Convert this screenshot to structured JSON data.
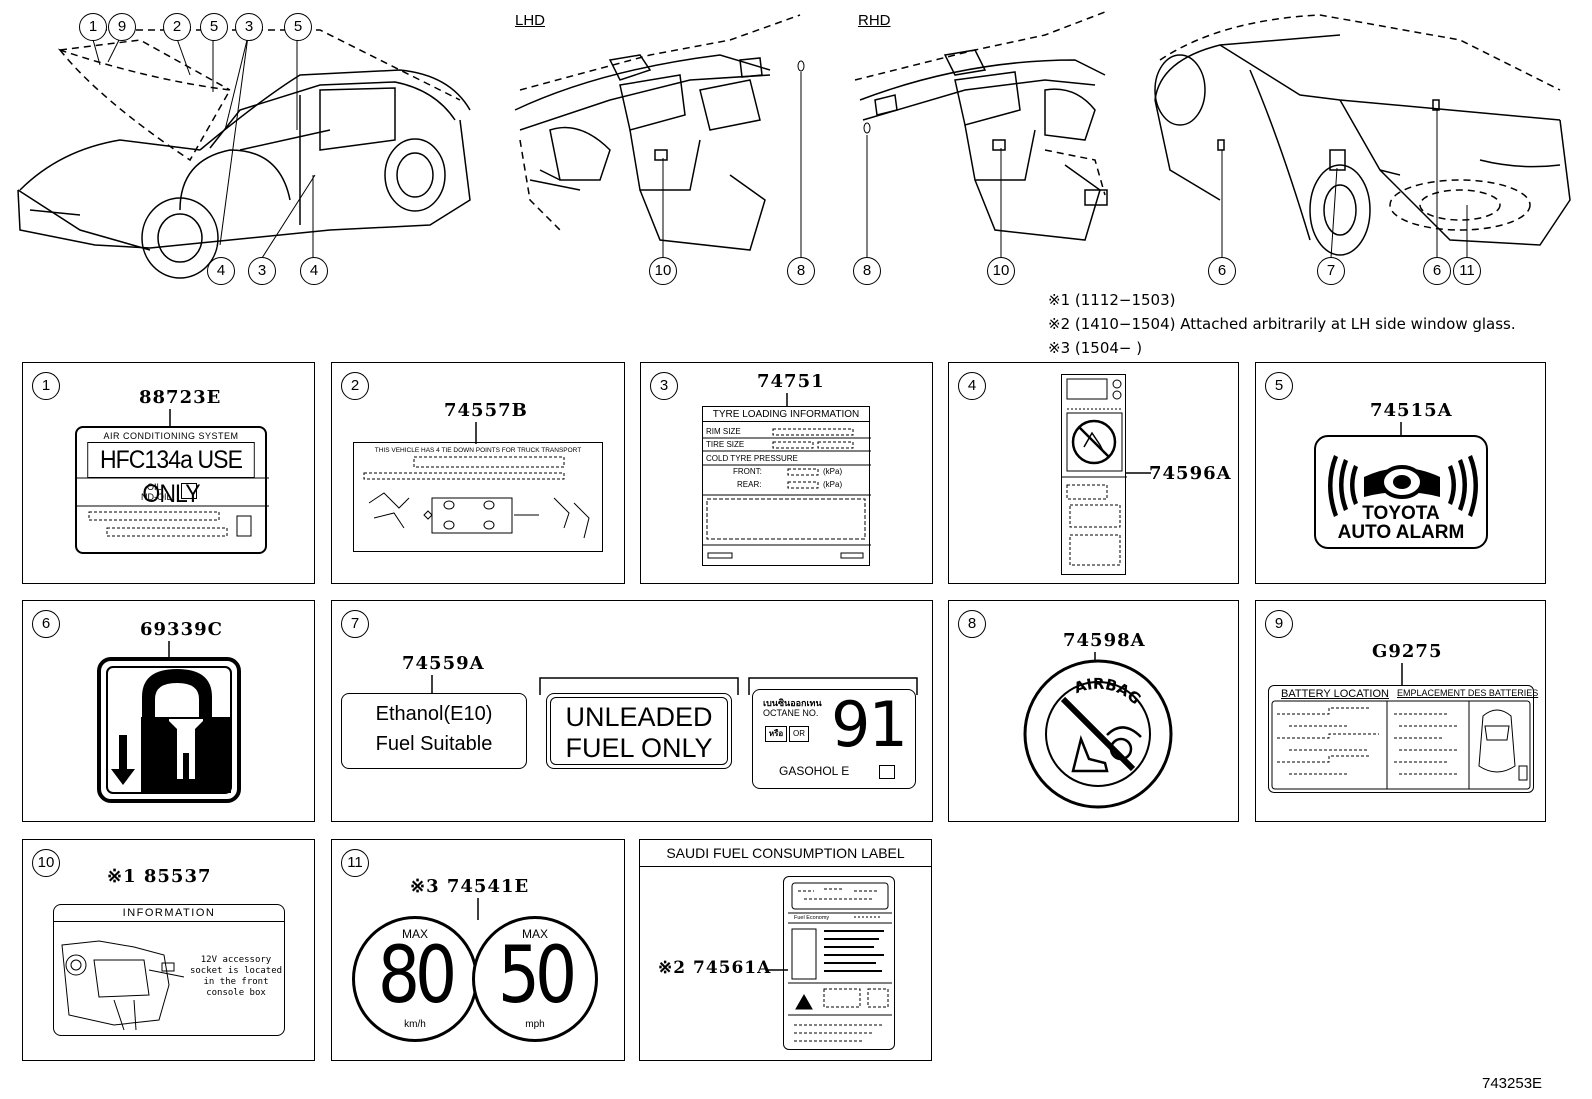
{
  "top_views": {
    "lhd_label": "LHD",
    "rhd_label": "RHD",
    "front_view_callouts": [
      "1",
      "9",
      "2",
      "5",
      "3",
      "5",
      "4",
      "3",
      "4"
    ],
    "lhd_callouts": [
      "10",
      "8"
    ],
    "rhd_callouts": [
      "8",
      "10"
    ],
    "rear_view_callouts": [
      "6",
      "7",
      "6",
      "11"
    ]
  },
  "notes": [
    "※1 (1112−1503)",
    "※2 (1410−1504) Attached arbitrarily at LH side window glass.",
    "※3 (1504−        )"
  ],
  "cells": {
    "c1": {
      "index": "1",
      "part": "88723E",
      "header": "AIR CONDITIONING SYSTEM",
      "main": "HFC134a USE ONLY",
      "oil": "OIL",
      "nd_oil": "ND-OIL"
    },
    "c2": {
      "index": "2",
      "part": "74557B",
      "text": "THIS VEHICLE HAS 4 TIE DOWN POINTS FOR TRUCK TRANSPORT"
    },
    "c3": {
      "index": "3",
      "part": "74751",
      "title": "TYRE LOADING INFORMATION",
      "rim": "RIM  SIZE",
      "tire": "TIRE  SIZE",
      "cold": "COLD  TYRE  PRESSURE",
      "front": "FRONT:",
      "rear": "REAR:",
      "kpa": "(kPa)"
    },
    "c4": {
      "index": "4",
      "part": "74596A"
    },
    "c5": {
      "index": "5",
      "part": "74515A",
      "line1": "TOYOTA",
      "line2": "AUTO ALARM"
    },
    "c6": {
      "index": "6",
      "part": "69339C"
    },
    "c7": {
      "index": "7",
      "part": "74559A",
      "e10_line1": "Ethanol(E10)",
      "e10_line2": "Fuel Suitable",
      "unl_line1": "UNLEADED",
      "unl_line2": "FUEL ONLY",
      "octane_thai": "เบนซินออกเทน",
      "octane_label": "OCTANE NO.",
      "octane_value": "91",
      "or_label": "หรือ",
      "or_en": "OR",
      "gasohol": "GASOHOL  E"
    },
    "c8": {
      "index": "8",
      "part": "74598A",
      "ring": "AIRBAG"
    },
    "c9": {
      "index": "9",
      "part": "G9275",
      "left": "BATTERY LOCATION",
      "right": "EMPLACEMENT DES BATTERIES"
    },
    "c10": {
      "index": "10",
      "part": "※1 85537",
      "header": "INFORMATION",
      "body": [
        "12V accessory",
        "socket is located",
        "in the front",
        "console box"
      ]
    },
    "c11": {
      "index": "11",
      "part": "※3 74541E",
      "max1": "MAX",
      "val1": "80",
      "unit1": "km/h",
      "max2": "MAX",
      "val2": "50",
      "unit2": "mph"
    },
    "c12": {
      "title": "SAUDI FUEL CONSUMPTION LABEL",
      "part": "※2 74561A",
      "fuel_economy": "Fuel Economy"
    }
  },
  "diagram_code": "743253E"
}
